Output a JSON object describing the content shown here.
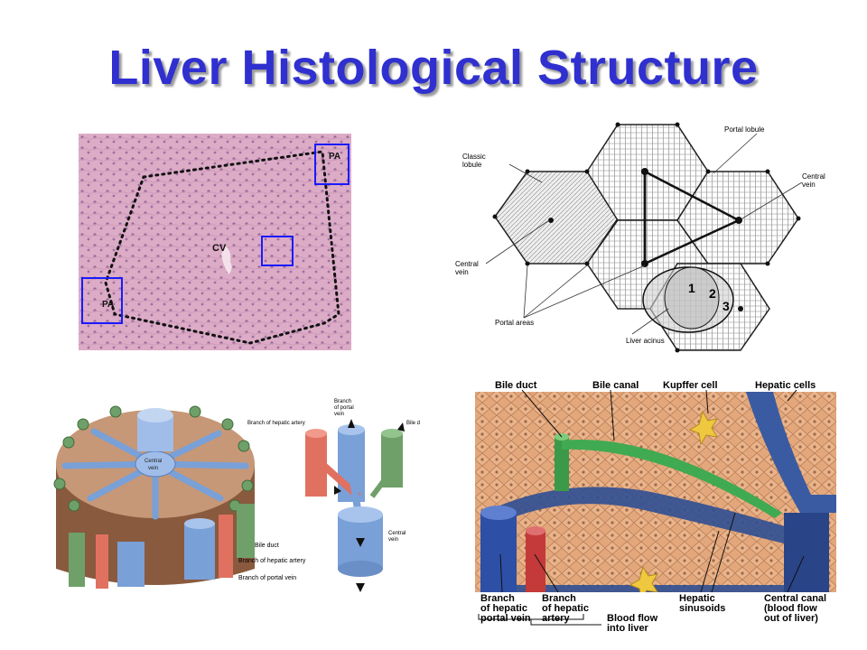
{
  "title": "Liver Histological Structure",
  "micrograph": {
    "cv_label": "CV",
    "pa_top_label": "PA",
    "pa_bottom_label": "PA",
    "box_color": "#1a1aff",
    "tissue_color": "#d29ab8"
  },
  "lobule_diagram": {
    "portal_lobule": "Portal lobule",
    "classic_lobule": [
      "Classic",
      "lobule"
    ],
    "central_vein_left": [
      "Central",
      "vein"
    ],
    "central_vein_right": [
      "Central",
      "vein"
    ],
    "portal_areas": "Portal areas",
    "liver_acinus": "Liver acinus",
    "zones": [
      "1",
      "2",
      "3"
    ]
  },
  "cylinder_diagram": {
    "central_vein": [
      "Central",
      "vein"
    ],
    "bile_duct": "Bile duct",
    "branch_hepatic_artery": "Branch of hepatic artery",
    "branch_portal_vein": "Branch of portal vein",
    "top_hepatic_artery": "Branch of hepatic artery",
    "top_portal_vein": [
      "Branch",
      "of portal",
      "vein"
    ],
    "top_bile": "Bile d",
    "right_central_vein": [
      "Central",
      "vein"
    ]
  },
  "flow_diagram": {
    "bile_duct": "Bile duct",
    "bile_canal": "Bile canal",
    "kupffer_cell": "Kupffer cell",
    "hepatic_cells": "Hepatic cells",
    "branch_portal_vein": [
      "Branch",
      "of hepatic",
      "portal vein"
    ],
    "branch_hepatic_artery": [
      "Branch",
      "of hepatic",
      "artery"
    ],
    "blood_flow_into_liver": [
      "Blood flow",
      "into liver"
    ],
    "hepatic_sinusoids": [
      "Hepatic",
      "sinusoids"
    ],
    "central_canal": [
      "Central canal",
      "(blood flow",
      "out of liver)"
    ]
  }
}
